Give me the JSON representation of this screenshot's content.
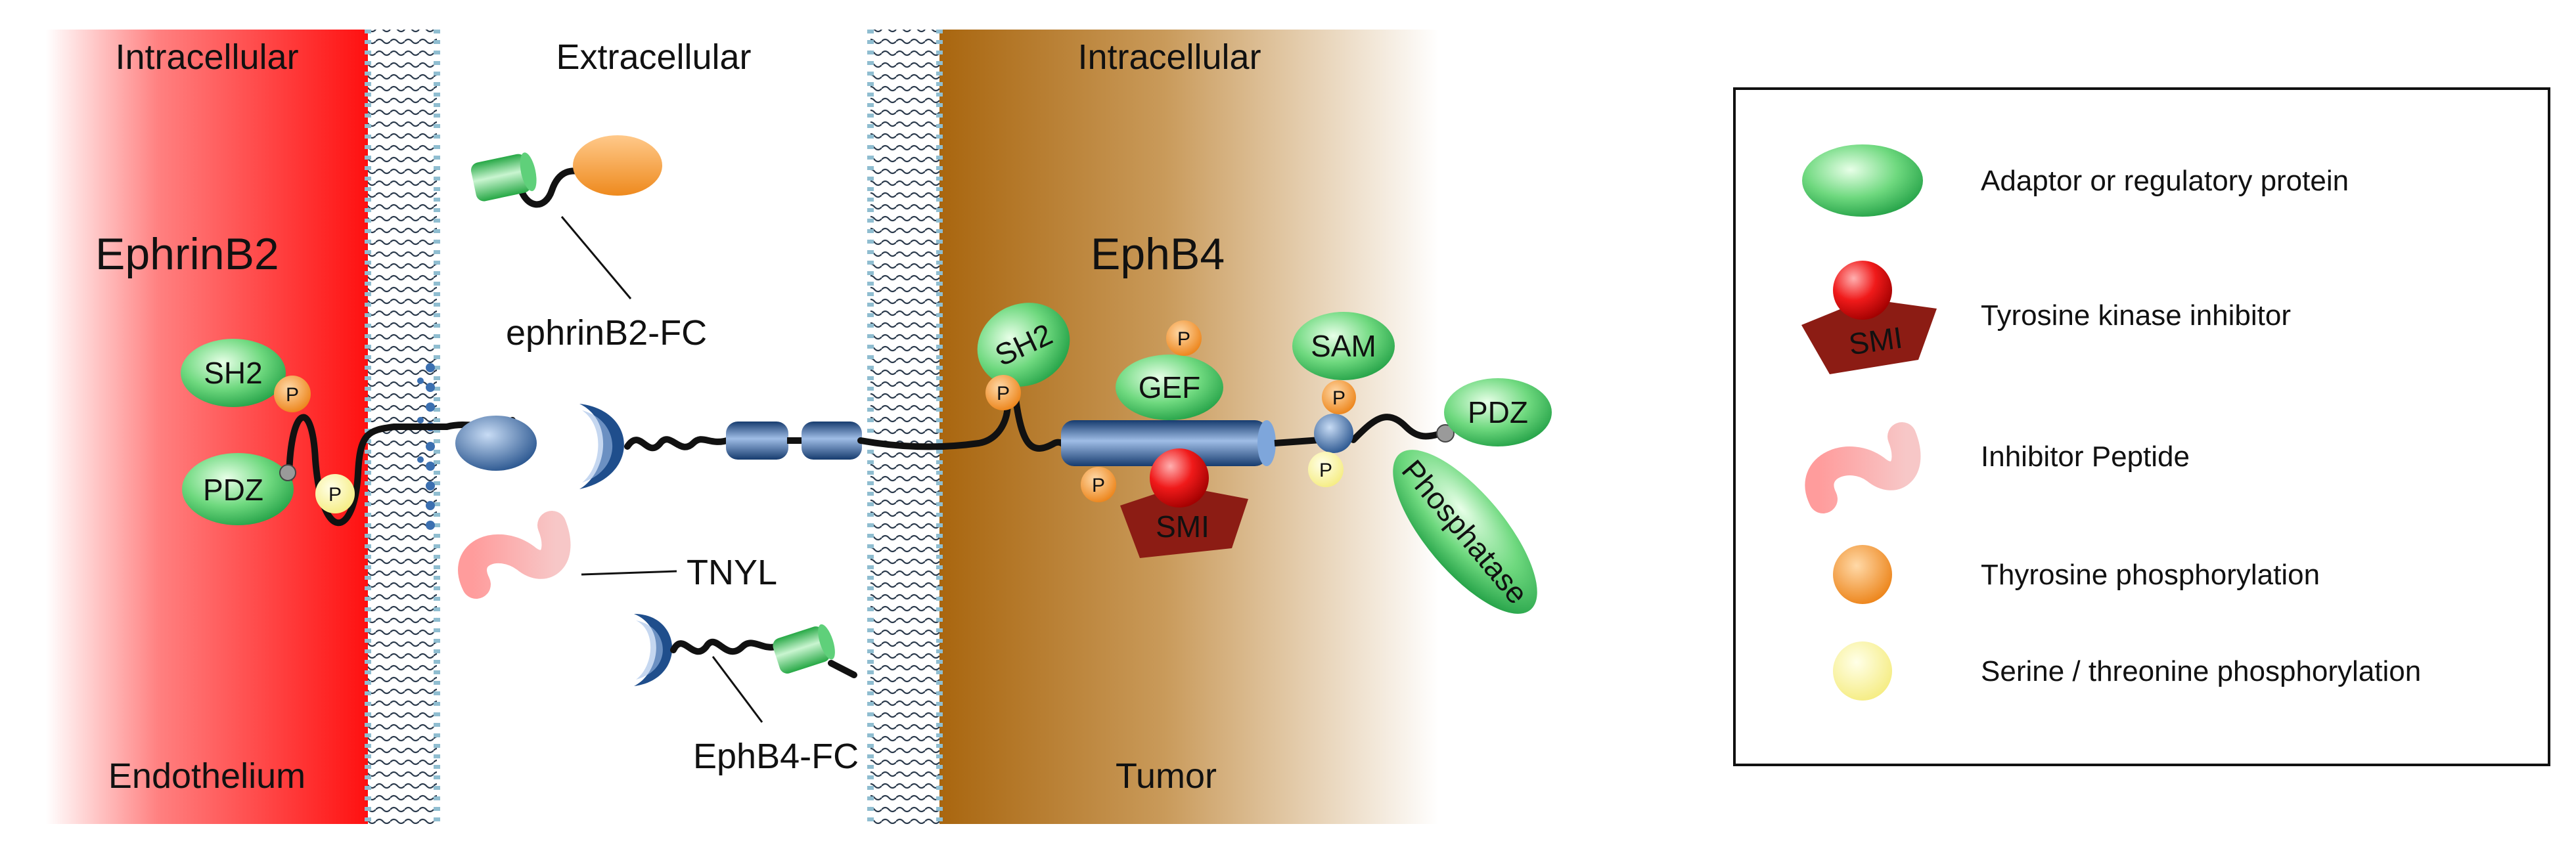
{
  "regions": {
    "left_intracellular": "Intracellular",
    "extracellular": "Extracellular",
    "right_intracellular": "Intracellular",
    "endothelium": "Endothelium",
    "tumor": "Tumor"
  },
  "proteins": {
    "ephrinb2": "EphrinB2",
    "ephb4": "EphB4",
    "sh2": "SH2",
    "pdz": "PDZ",
    "gef": "GEF",
    "sam": "SAM",
    "smi": "SMI",
    "phosphatase": "Phosphatase",
    "p": "P"
  },
  "callouts": {
    "ephrinb2_fc": "ephrinB2-FC",
    "tnyl": "TNYL",
    "ephb4_fc": "EphB4-FC"
  },
  "legend": {
    "items": [
      {
        "label": "Adaptor or regulatory protein",
        "icon": "adaptor-protein-icon"
      },
      {
        "label": "Tyrosine kinase inhibitor",
        "icon": "smi-icon",
        "icon_text": "SMI"
      },
      {
        "label": "Inhibitor Peptide",
        "icon": "peptide-icon"
      },
      {
        "label": "Thyrosine phosphorylation",
        "icon": "orange-circle-icon"
      },
      {
        "label": "Serine / threonine phosphorylation",
        "icon": "yellow-circle-icon"
      }
    ]
  },
  "colors": {
    "endothelium_red": "#ff1a1a",
    "tumor_brown": "#b5741f",
    "receptor_blue": "#1f4e8c",
    "adaptor_green": "#3cc35a",
    "tyrosine_orange": "#f0902a",
    "serine_yellow": "#fff59a",
    "smi_red": "#e01515",
    "smi_darkred": "#8c1c14",
    "peptide_pink": "#f08a8a"
  }
}
